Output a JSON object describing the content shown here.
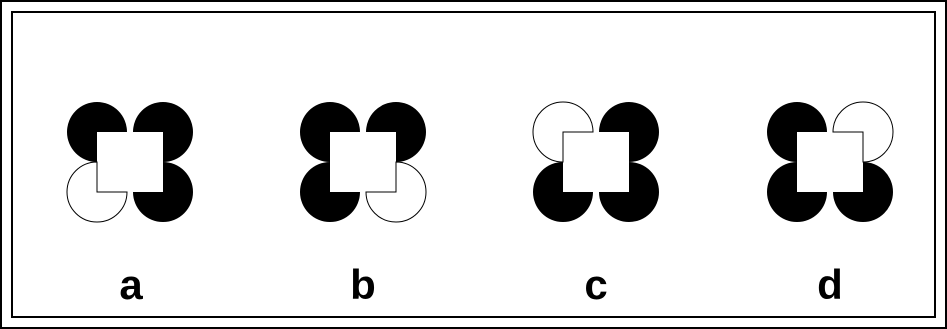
{
  "figure": {
    "colors": {
      "filled": "#000000",
      "outline": "#000000",
      "background": "#ffffff"
    },
    "panels": [
      {
        "label": "a",
        "shapes": [
          {
            "position": "top-left",
            "fill": "black"
          },
          {
            "position": "top-right",
            "fill": "black"
          },
          {
            "position": "bottom-left",
            "fill": "white"
          },
          {
            "position": "bottom-right",
            "fill": "black"
          }
        ]
      },
      {
        "label": "b",
        "shapes": [
          {
            "position": "top-left",
            "fill": "black"
          },
          {
            "position": "top-right",
            "fill": "black"
          },
          {
            "position": "bottom-left",
            "fill": "black"
          },
          {
            "position": "bottom-right",
            "fill": "white"
          }
        ]
      },
      {
        "label": "c",
        "shapes": [
          {
            "position": "top-left",
            "fill": "white"
          },
          {
            "position": "top-right",
            "fill": "black"
          },
          {
            "position": "bottom-left",
            "fill": "black"
          },
          {
            "position": "bottom-right",
            "fill": "black"
          }
        ]
      },
      {
        "label": "d",
        "shapes": [
          {
            "position": "top-left",
            "fill": "black"
          },
          {
            "position": "top-right",
            "fill": "white"
          },
          {
            "position": "bottom-left",
            "fill": "black"
          },
          {
            "position": "bottom-right",
            "fill": "black"
          }
        ]
      }
    ]
  }
}
